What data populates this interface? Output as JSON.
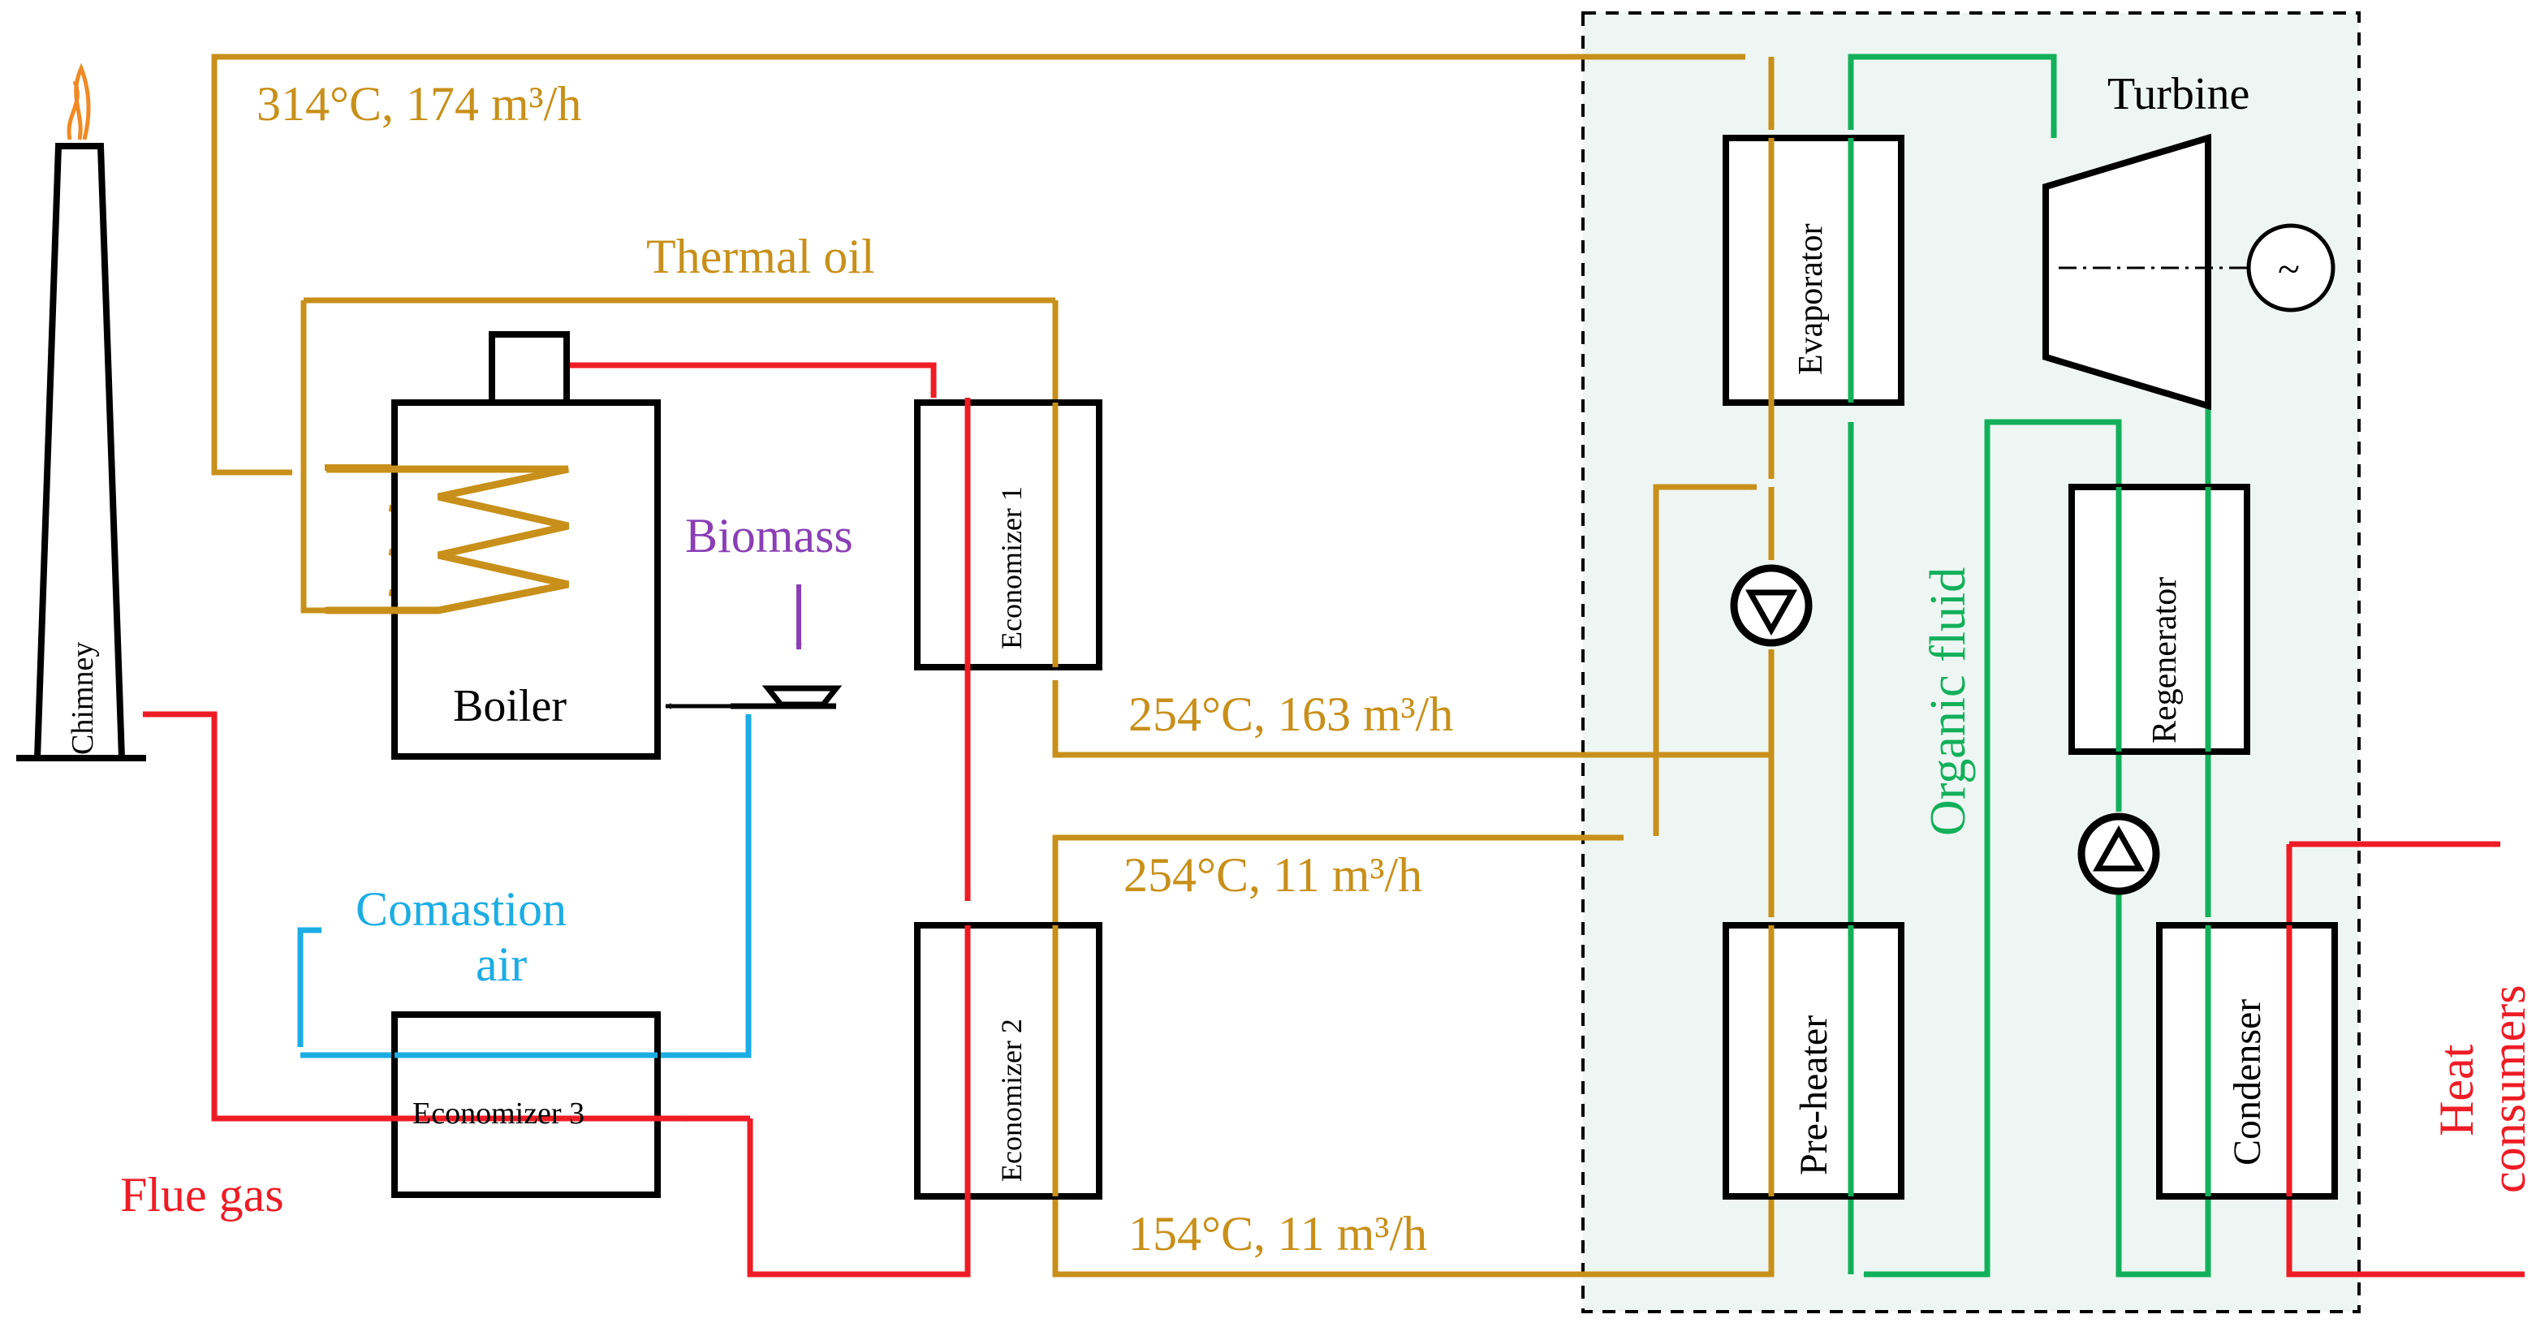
{
  "colors": {
    "oil": "#C8901A",
    "gas": "#EE1C25",
    "air": "#1CADE4",
    "organic": "#12B05A",
    "biomass": "#8A3FB5",
    "box": "#000000",
    "orc_bg": "#EEF6F3",
    "flame": "#F08A24"
  },
  "labels": {
    "chimney": "Chimney",
    "boiler": "Boiler",
    "biomass": "Biomass",
    "thermal_oil": "Thermal oil",
    "combustion_air_line1": "Comastion",
    "combustion_air_line2": "air",
    "flue_gas": "Flue gas",
    "economizer1": "Economizer 1",
    "economizer2": "Economizer 2",
    "economizer3": "Economizer 3",
    "evaporator": "Evaporator",
    "preheater": "Pre-heater",
    "regenerator": "Regenerator",
    "condenser": "Condenser",
    "turbine": "Turbine",
    "generator_symbol": "~",
    "organic_fluid": "Organic fluid",
    "heat_consumers_line1": "Heat",
    "heat_consumers_line2": "consumers"
  },
  "flows": {
    "supply": "314°C, 174 m³/h",
    "return_econ1": "254°C, 163 m³/h",
    "to_econ2": "254°C, 11 m³/h",
    "return_preheater": "154°C, 11 m³/h"
  }
}
